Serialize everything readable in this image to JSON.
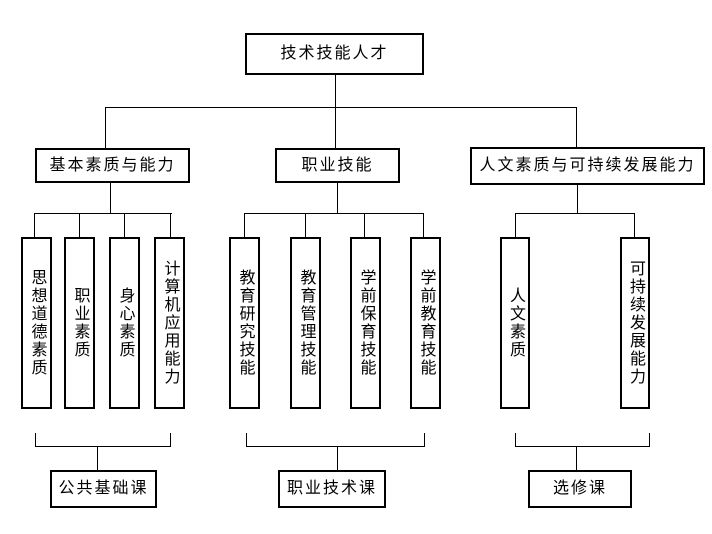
{
  "diagram": {
    "root_label": "技术技能人才",
    "branches": [
      {
        "label": "基本素质与能力",
        "children": [
          "思想道德素质",
          "职业素质",
          "身心素质",
          "计算机应用能力"
        ],
        "course": "公共基础课"
      },
      {
        "label": "职业技能",
        "children": [
          "教育研究技能",
          "教育管理技能",
          "学前保育技能",
          "学前教育技能"
        ],
        "course": "职业技术课"
      },
      {
        "label": "人文素质与可持续发展能力",
        "children": [
          "人文素质",
          "可持续发展能力"
        ],
        "course": "选修课"
      }
    ],
    "colors": {
      "line": "#000000",
      "box_border": "#000000",
      "text": "#000000",
      "background": "#ffffff"
    }
  }
}
